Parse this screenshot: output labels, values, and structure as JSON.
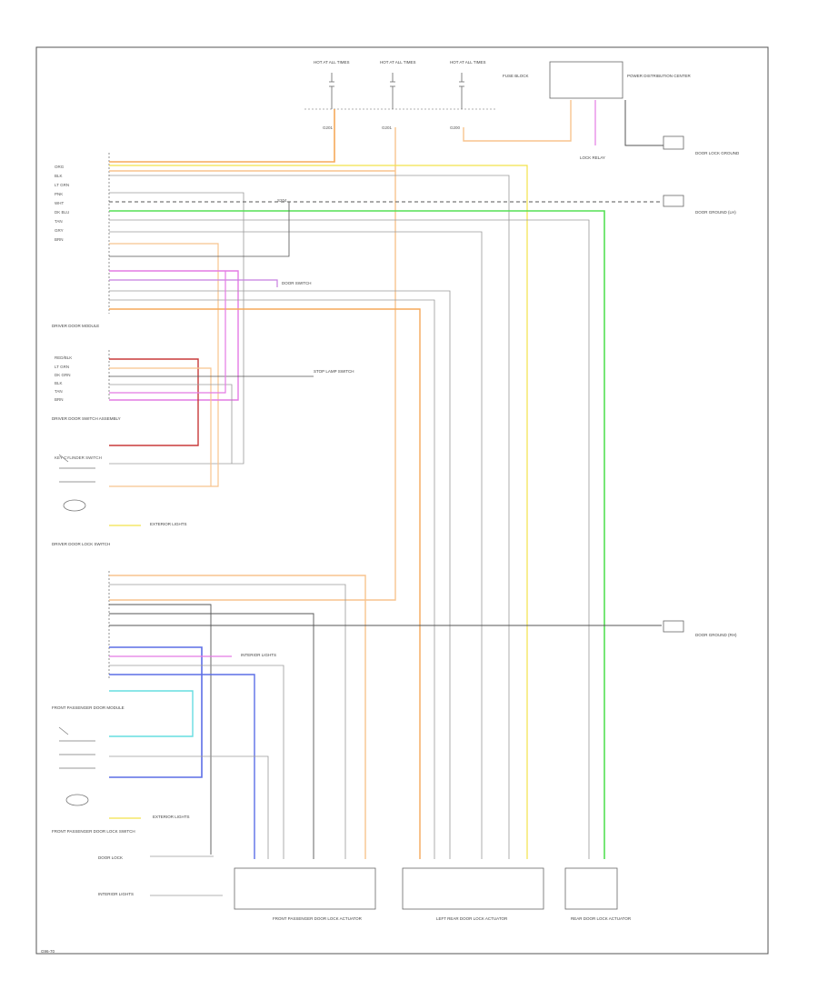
{
  "footer_code": "G96-70",
  "colors": {
    "orange": "#f5a95a",
    "lt_orange": "#f8c48e",
    "green": "#55e055",
    "pink": "#e47ae4",
    "violet": "#c77fe0",
    "red": "#c83a3a",
    "yellow": "#f2e24a",
    "blue": "#5c6ee6",
    "cyan": "#66dde0",
    "gray": "#9a9a9a",
    "dark": "#555555"
  },
  "top": {
    "fuse1": "HOT AT ALL TIMES",
    "fuse2": "HOT AT ALL TIMES",
    "fuse3": "HOT AT ALL TIMES",
    "fuse4": "FUSE BLOCK",
    "fuse_box": "POWER DISTRIBUTION CENTER",
    "grounds": [
      "G201",
      "G201",
      "G200"
    ],
    "splice": "S204",
    "lock_relay": "LOCK RELAY"
  },
  "right": {
    "g1": "DOOR LOCK GROUND",
    "g2": "DOOR GROUND (LH)",
    "g3": "DOOR GROUND (RH)"
  },
  "driver": {
    "pins_top": [
      "ORG",
      "BLK",
      "LT GRN",
      "PNK",
      "WHT",
      "DK BLU",
      "TAN",
      "GRY",
      "BRN"
    ],
    "name": "DRIVER DOOR MODULE",
    "pins_mid": [
      "RED/BLK",
      "LT GRN",
      "DK GRN",
      "BLK",
      "TAN",
      "BRN"
    ],
    "name2": "DRIVER DOOR SWITCH ASSEMBLY",
    "key": "KEY CYLINDER SWITCH",
    "name3": "DRIVER DOOR LOCK SWITCH"
  },
  "passenger": {
    "name": "FRONT PASSENGER DOOR MODULE",
    "name2": "FRONT PASSENGER DOOR LOCK SWITCH",
    "motor1": "FRONT PASSENGER DOOR LOCK ACTUATOR",
    "motor2": "LEFT REAR DOOR LOCK ACTUATOR",
    "motor3": "REAR DOOR LOCK ACTUATOR"
  },
  "notes": {
    "n1": "DOOR SWITCH",
    "n2": "EXTERIOR LIGHTS",
    "n3": "STOP LAMP SWITCH",
    "n4": "EXTERIOR LIGHTS",
    "n5": "INTERIOR LIGHTS"
  },
  "bottom": {
    "b1": "DOOR LOCK",
    "b2": "INTERIOR LIGHTS"
  }
}
